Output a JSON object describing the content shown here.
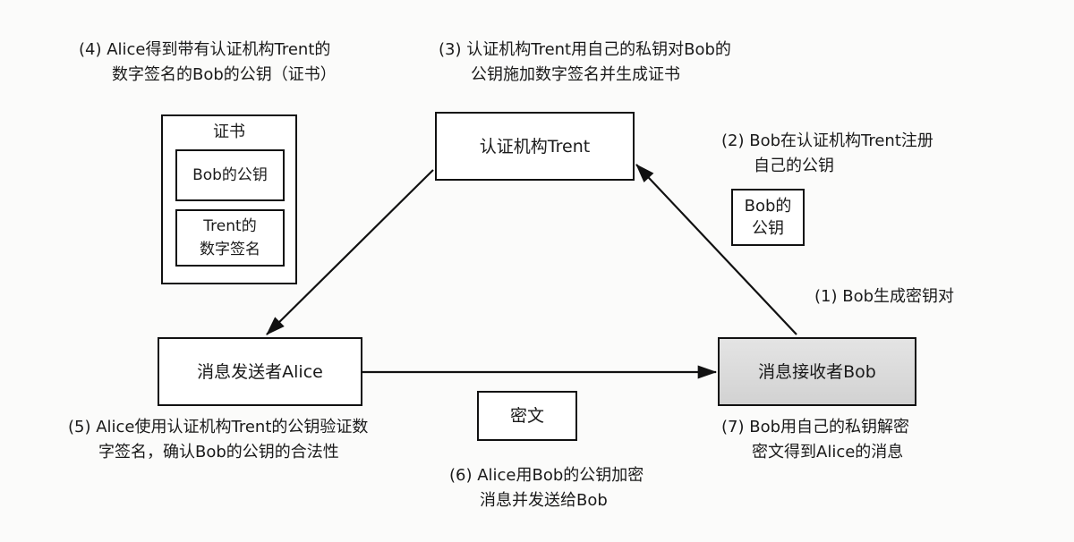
{
  "nodes": {
    "trent": "认证机构Trent",
    "alice": "消息发送者Alice",
    "bob": "消息接收者Bob",
    "ciphertext": "密文",
    "bob_public_key": [
      "Bob的",
      "公钥"
    ]
  },
  "certificate": {
    "title": "证书",
    "item1": "Bob的公钥",
    "item2": [
      "Trent的",
      "数字签名"
    ]
  },
  "steps": {
    "step1": [
      "(1) Bob生成密钥对"
    ],
    "step2": [
      "(2) Bob在认证机构Trent注册",
      "自己的公钥"
    ],
    "step3": [
      "(3) 认证机构Trent用自己的私钥对Bob的",
      "公钥施加数字签名并生成证书"
    ],
    "step4": [
      "(4) Alice得到带有认证机构Trent的",
      "数字签名的Bob的公钥（证书）"
    ],
    "step5": [
      "(5) Alice使用认证机构Trent的公钥验证数",
      "字签名，确认Bob的公钥的合法性"
    ],
    "step6": [
      "(6) Alice用Bob的公钥加密",
      "消息并发送给Bob"
    ],
    "step7": [
      "(7) Bob用自己的私钥解密",
      "密文得到Alice的消息"
    ]
  }
}
